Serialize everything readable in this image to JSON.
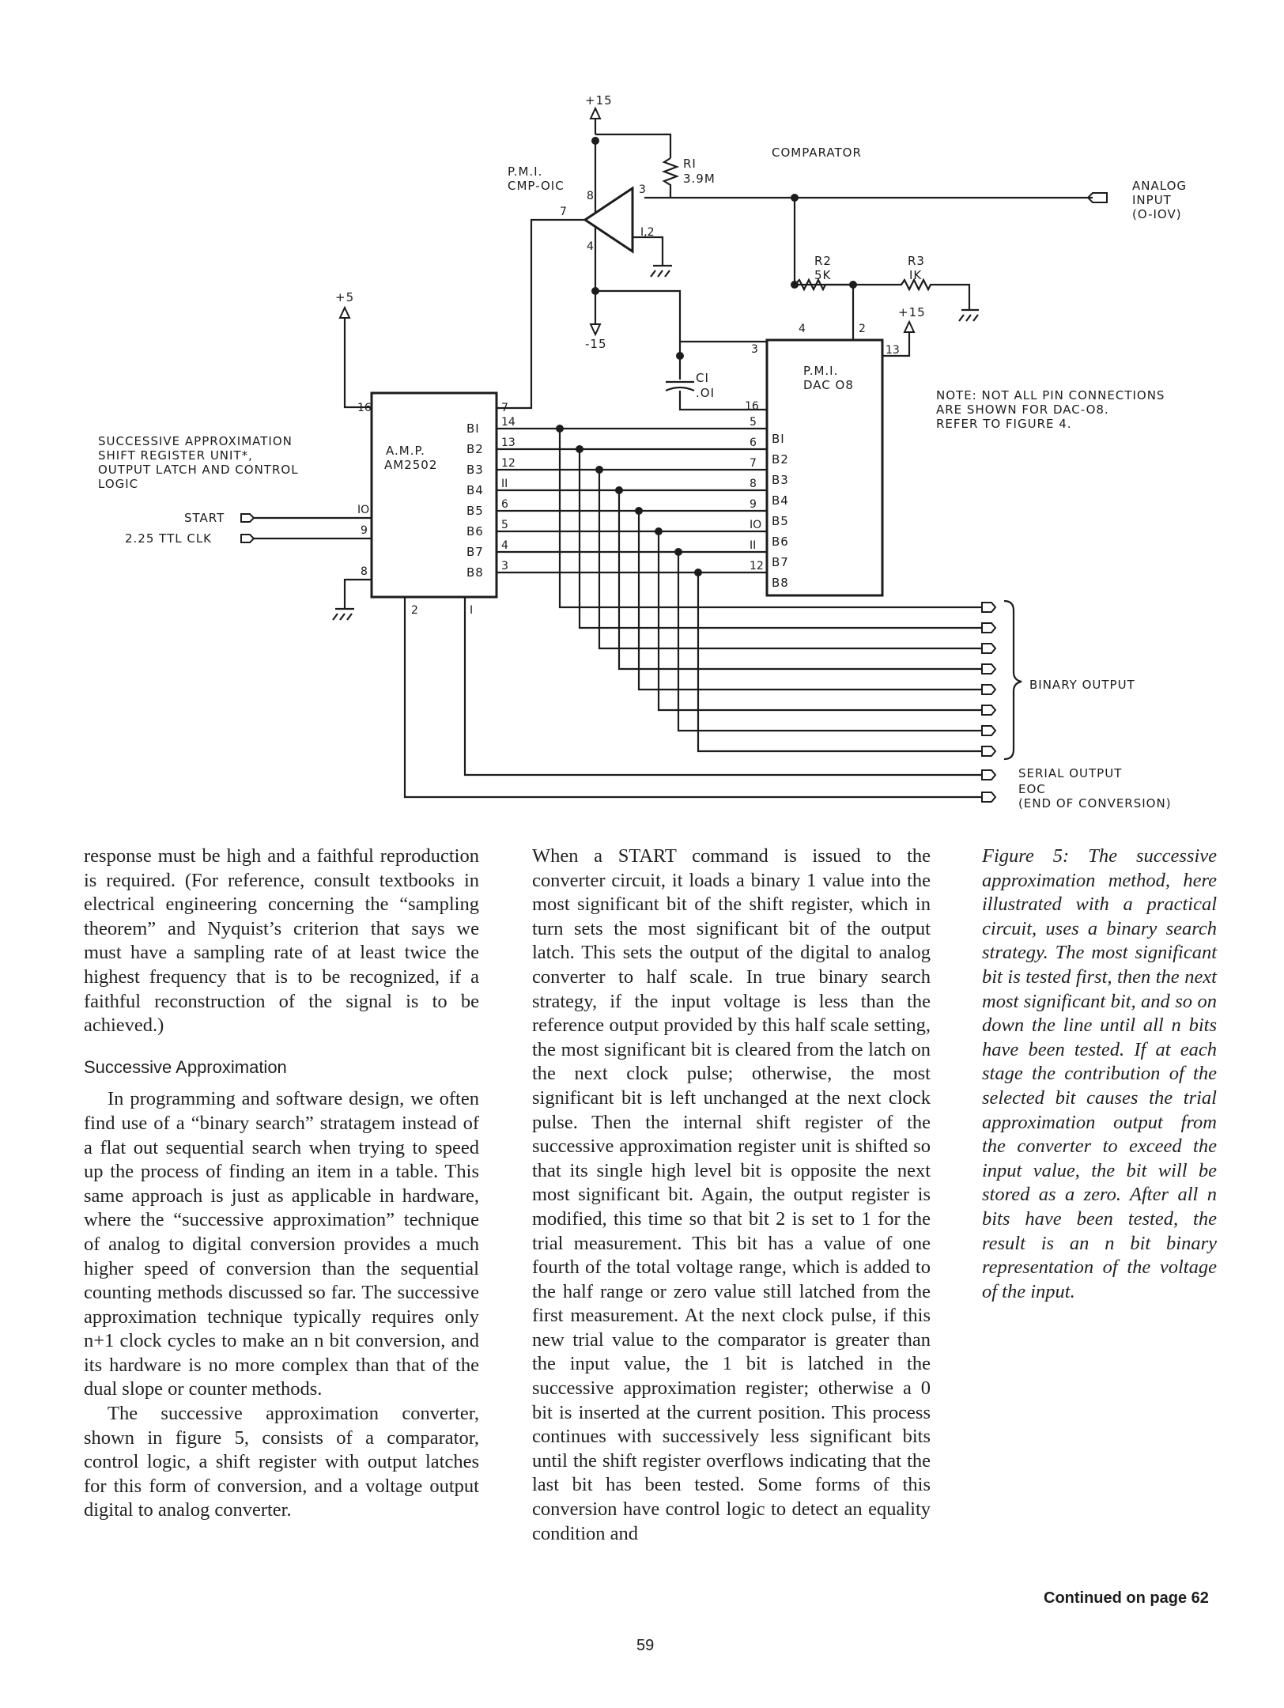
{
  "figure": {
    "supply_pos": "+15",
    "supply_neg": "-15",
    "supply_5v": "+5",
    "supply_dac": "+15",
    "resistor_r1": "RI",
    "resistor_r1_value": "3.9M",
    "comparator_part_brand": "P.M.I.",
    "comparator_part_number": "CMP-OIC",
    "comparator_label": "COMPARATOR",
    "analog_input_line1": "ANALOG",
    "analog_input_line2": "INPUT",
    "analog_input_line3": "(O-IOV)",
    "r2_label": "R2",
    "r2_value": "5K",
    "r3_label": "R3",
    "r3_value": "IK",
    "c1_label": "CI",
    "c1_value": ".OI",
    "dac_brand": "P.M.I.",
    "dac_part": "DAC O8",
    "sar_brand": "A.M.P.",
    "sar_part": "AM2502",
    "note_lines": [
      "NOTE:  NOT  ALL  PIN  CONNECTIONS",
      "ARE  SHOWN  FOR  DAC-O8.",
      "REFER  TO  FIGURE  4."
    ],
    "sar_description_lines": [
      "SUCCESSIVE  APPROXIMATION",
      "SHIFT  REGISTER  UNIT*,",
      "OUTPUT  LATCH  AND  CONTROL",
      "LOGIC"
    ],
    "start_label": "START",
    "clock_label": "2.25  TTL  CLK",
    "binary_output_label": "BINARY  OUTPUT",
    "serial_output_label": "SERIAL  OUTPUT",
    "eoc_line1": "EOC",
    "eoc_line2": "(END  OF  CONVERSION)",
    "sar_bit_names": [
      "BI",
      "B2",
      "B3",
      "B4",
      "B5",
      "B6",
      "B7",
      "B8"
    ],
    "sar_bit_pins": [
      "14",
      "13",
      "12",
      "II",
      "6",
      "5",
      "4",
      "3"
    ],
    "dac_bit_names": [
      "BI",
      "B2",
      "B3",
      "B4",
      "B5",
      "B6",
      "B7",
      "B8"
    ],
    "dac_bit_pins": [
      "5",
      "6",
      "7",
      "8",
      "9",
      "IO",
      "II",
      "12"
    ],
    "sar_pin_16": "16",
    "sar_pin_start": "IO",
    "sar_pin_clk": "9",
    "sar_pin_gnd": "8",
    "sar_pin_serial": "2",
    "sar_pin_eoc": "I",
    "sar_pin_cmp": "7",
    "cmp_pin_supply": "8",
    "cmp_pin_out": "7",
    "cmp_pin_in": "3",
    "cmp_pin_gnd": "I,2",
    "cmp_pin_neg": "4",
    "dac_pin_3": "3",
    "dac_pin_4": "4",
    "dac_pin_2": "2",
    "dac_pin_13": "13",
    "dac_pin_16": "16"
  },
  "col1": {
    "p1": "response must be high and a faithful reproduction is required. (For reference, consult textbooks in electrical engineering concerning the “sampling theorem” and Nyquist’s criterion that says we must have a sampling rate of at least twice the highest frequency that is to be recognized, if a faithful reconstruction of the signal is to be achieved.)",
    "heading": "Successive Approximation",
    "p2": "In programming and software design, we often find use of a “binary search” stratagem instead of a flat out sequential search when trying to speed up the process of finding an item in a table. This same approach is just as applicable in hardware, where the “successive approximation” technique of analog to digital conversion provides a much higher speed of conversion than the sequential counting methods discussed so far. The successive approximation technique typically requires only n+1 clock cycles to make an n bit conversion, and its hardware is no more complex than that of the dual slope or counter methods.",
    "p3": "The successive approximation converter, shown in figure 5, consists of a comparator, control logic, a shift register with output latches for this form of conversion, and a voltage output digital to analog converter."
  },
  "col2": {
    "p1": "When a START command is issued to the converter circuit, it loads a binary 1 value into the most significant bit of the shift register, which in turn sets the most significant bit of the output latch. This sets the output of the digital to analog converter to half scale. In true binary search strategy, if the input voltage is less than the reference output provided by this half scale setting, the most significant bit is cleared from the latch on the next clock pulse; otherwise, the most significant bit is left unchanged at the next clock pulse. Then the internal shift register of the successive approximation register unit is shifted so that its single high level bit is opposite the next most significant bit. Again, the output register is modified, this time so that bit 2 is set to 1 for the trial measurement. This bit has a value of one fourth of the total voltage range, which is added to the half range or zero value still latched from the first measurement. At the next clock pulse, if this new trial value to the comparator is greater than the input value, the 1 bit is latched in the successive approximation register; otherwise a 0 bit is inserted at the current position. This process continues with successively less significant bits until the shift register overflows indicating that the last bit has been tested. Some forms of this conversion have control logic to detect an equality condition and"
  },
  "caption": {
    "text": "Figure 5: The successive approximation method, here illustrated with a practical circuit, uses a binary search strategy. The most significant bit is tested first, then the next most significant bit, and so on down the line until all n bits have been tested. If at each stage the contribution of the selected bit causes the trial approximation output from the converter to exceed the input value, the bit will be stored as a zero. After all n bits have been tested, the result is an n bit binary representation of the voltage of the input."
  },
  "footer": {
    "continued": "Continued on page 62",
    "page_number": "59"
  }
}
